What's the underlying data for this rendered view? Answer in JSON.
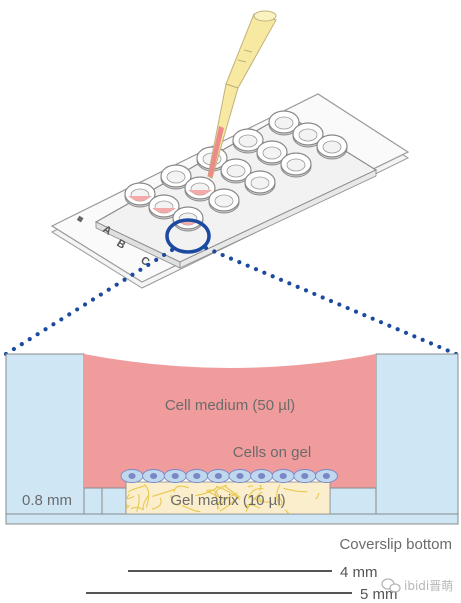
{
  "slide": {
    "row_letters": [
      "A",
      "B",
      "C"
    ],
    "corner_mark": "■"
  },
  "labels": {
    "cell_medium": "Cell medium (50 µl)",
    "cells_on_gel": "Cells on gel",
    "gel_matrix": "Gel matrix (10 µl)",
    "height": "0.8 mm",
    "coverslip": "Coverslip bottom",
    "scale_4": "4 mm",
    "scale_5": "5 mm"
  },
  "watermark": {
    "text": "ibidi晋萌",
    "icon": "wechat-icon"
  },
  "colors": {
    "medium": "#f09c9c",
    "well_blue": "#cfe6f5",
    "gel": "#fbeecd",
    "gel_fiber": "#e9c84f",
    "cell_fill": "#c0d8ee",
    "cell_nucleus": "#7a87c6",
    "highlight_ring": "#1b4aa0",
    "dots": "#1b4aa0",
    "pipette": "#f7e9a2",
    "pipette_liquid": "#ee8a8a"
  }
}
